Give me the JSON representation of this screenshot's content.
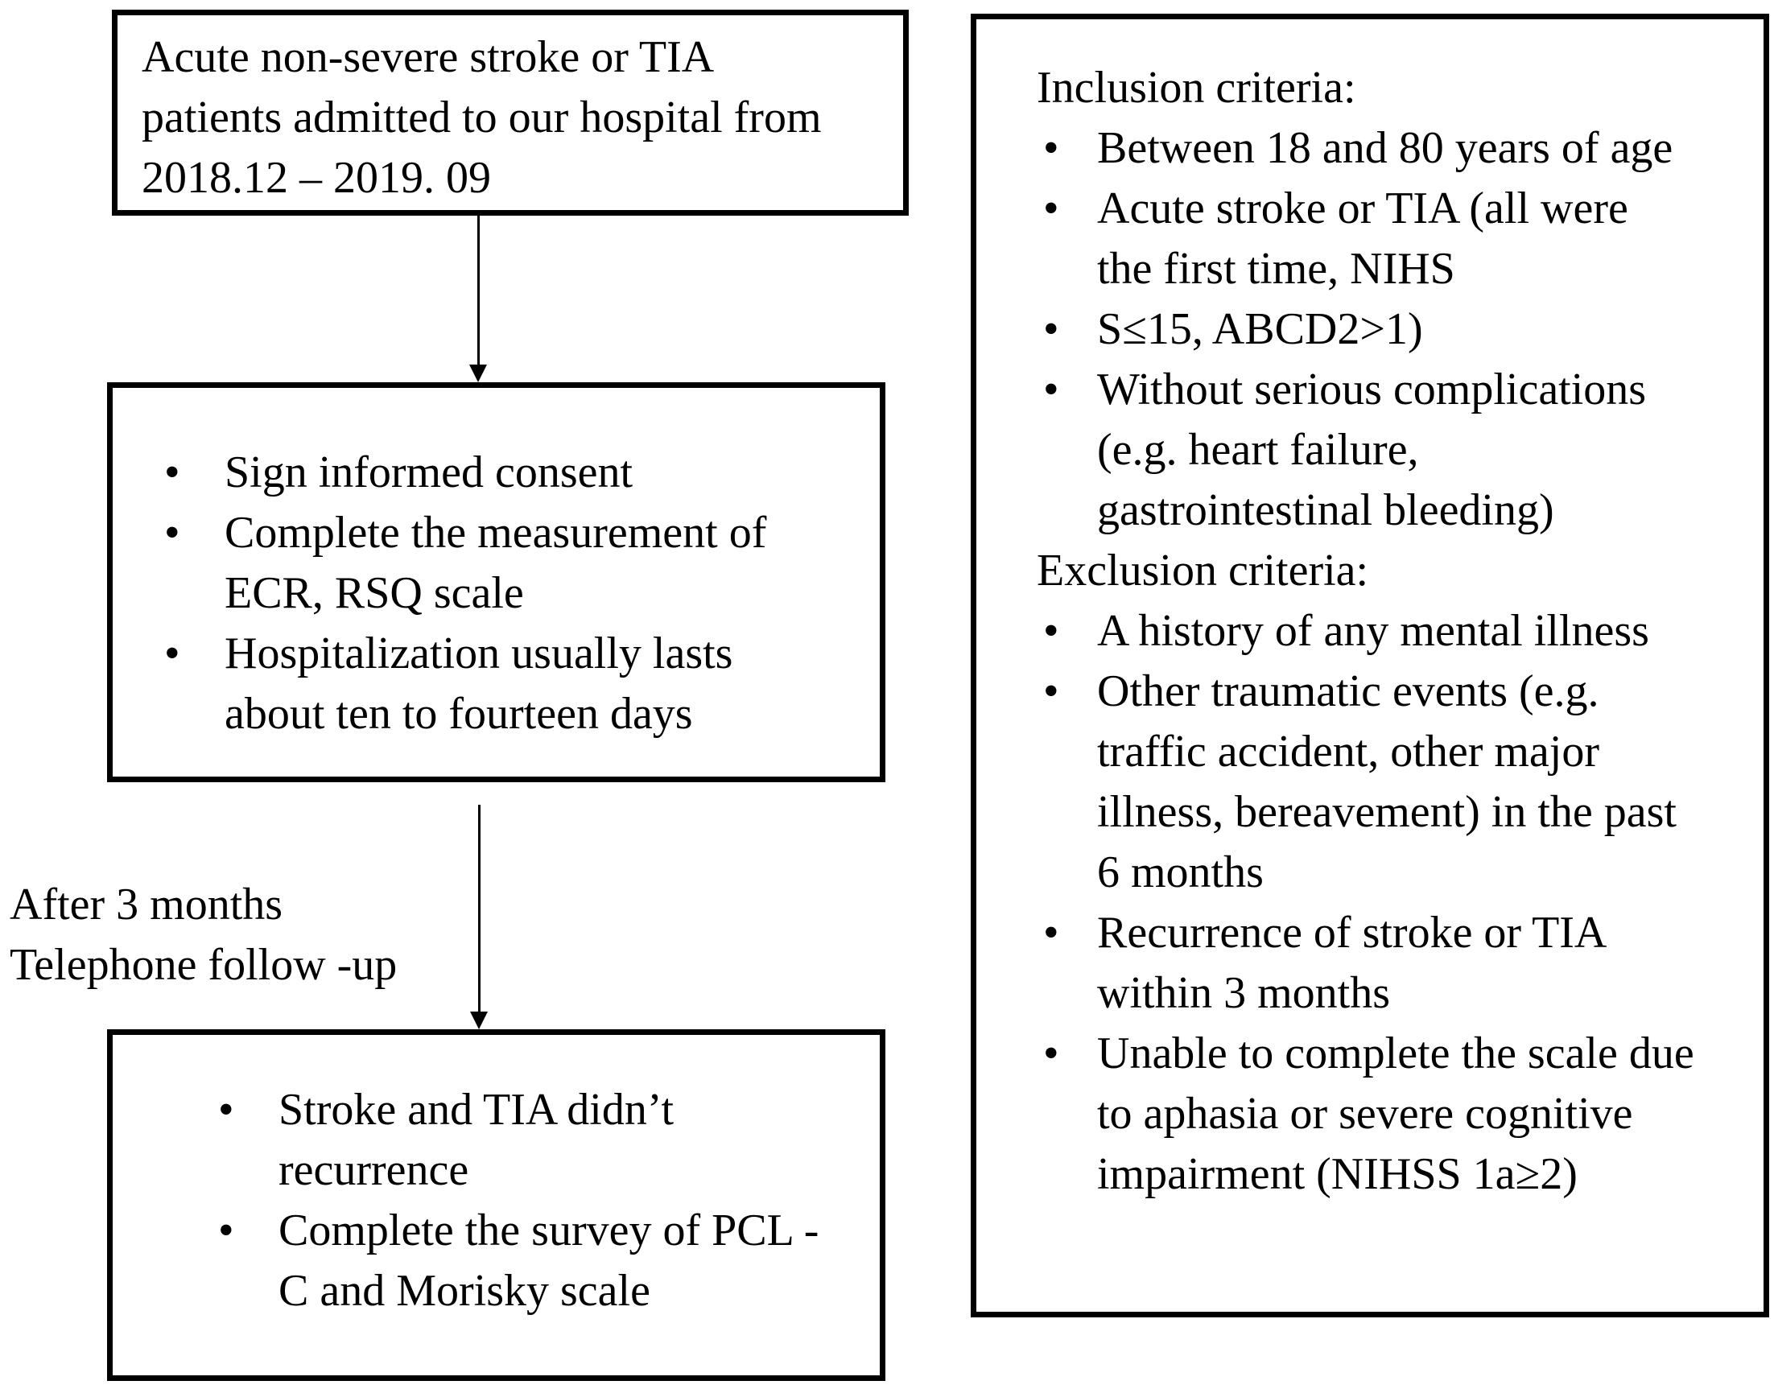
{
  "start_box": {
    "lines": [
      "Acute non-severe stroke or TIA",
      "patients admitted to our hospital from",
      "2018.12  – 2019. 09"
    ]
  },
  "hospital_box": {
    "items": [
      {
        "lines": [
          "Sign informed consent"
        ]
      },
      {
        "lines": [
          "Complete the measurement of",
          "ECR, RSQ scale"
        ]
      },
      {
        "lines": [
          "Hospitalization usually lasts",
          "about ten to fourteen days"
        ]
      }
    ]
  },
  "followup_label": {
    "lines": [
      "After 3 months",
      "Telephone follow -up"
    ]
  },
  "followup_box": {
    "items": [
      {
        "lines": [
          "Stroke and TIA didn’t",
          "recurrence"
        ]
      },
      {
        "lines": [
          "Complete the survey of PCL -",
          "C and Morisky  scale"
        ]
      }
    ]
  },
  "criteria_box": {
    "inclusion_heading": "Inclusion criteria:",
    "inclusion_items": [
      {
        "lines": [
          "Between 18 and 80 years of age"
        ]
      },
      {
        "lines": [
          "Acute stroke or TIA (all were",
          "the first time, NIHS"
        ]
      },
      {
        "lines": [
          "S≤15, ABCD2>1)"
        ]
      },
      {
        "lines": [
          "Without serious complications",
          "(e.g. heart failure,",
          "gastrointestinal bleeding)"
        ]
      }
    ],
    "exclusion_heading": "Exclusion criteria:",
    "exclusion_items": [
      {
        "lines": [
          "A history of any mental illness"
        ]
      },
      {
        "lines": [
          "Other traumatic events (e.g.",
          "traffic accident, other major",
          "illness, bereavement) in the past",
          "6 months"
        ]
      },
      {
        "lines": [
          "Recurrence of stroke or TIA",
          "within 3 months"
        ]
      },
      {
        "lines": [
          "Unable to complete the scale due",
          "to aphasia or severe cognitive",
          "impairment (NIHSS  1a≥2)"
        ]
      }
    ]
  },
  "bullet_char": "•"
}
